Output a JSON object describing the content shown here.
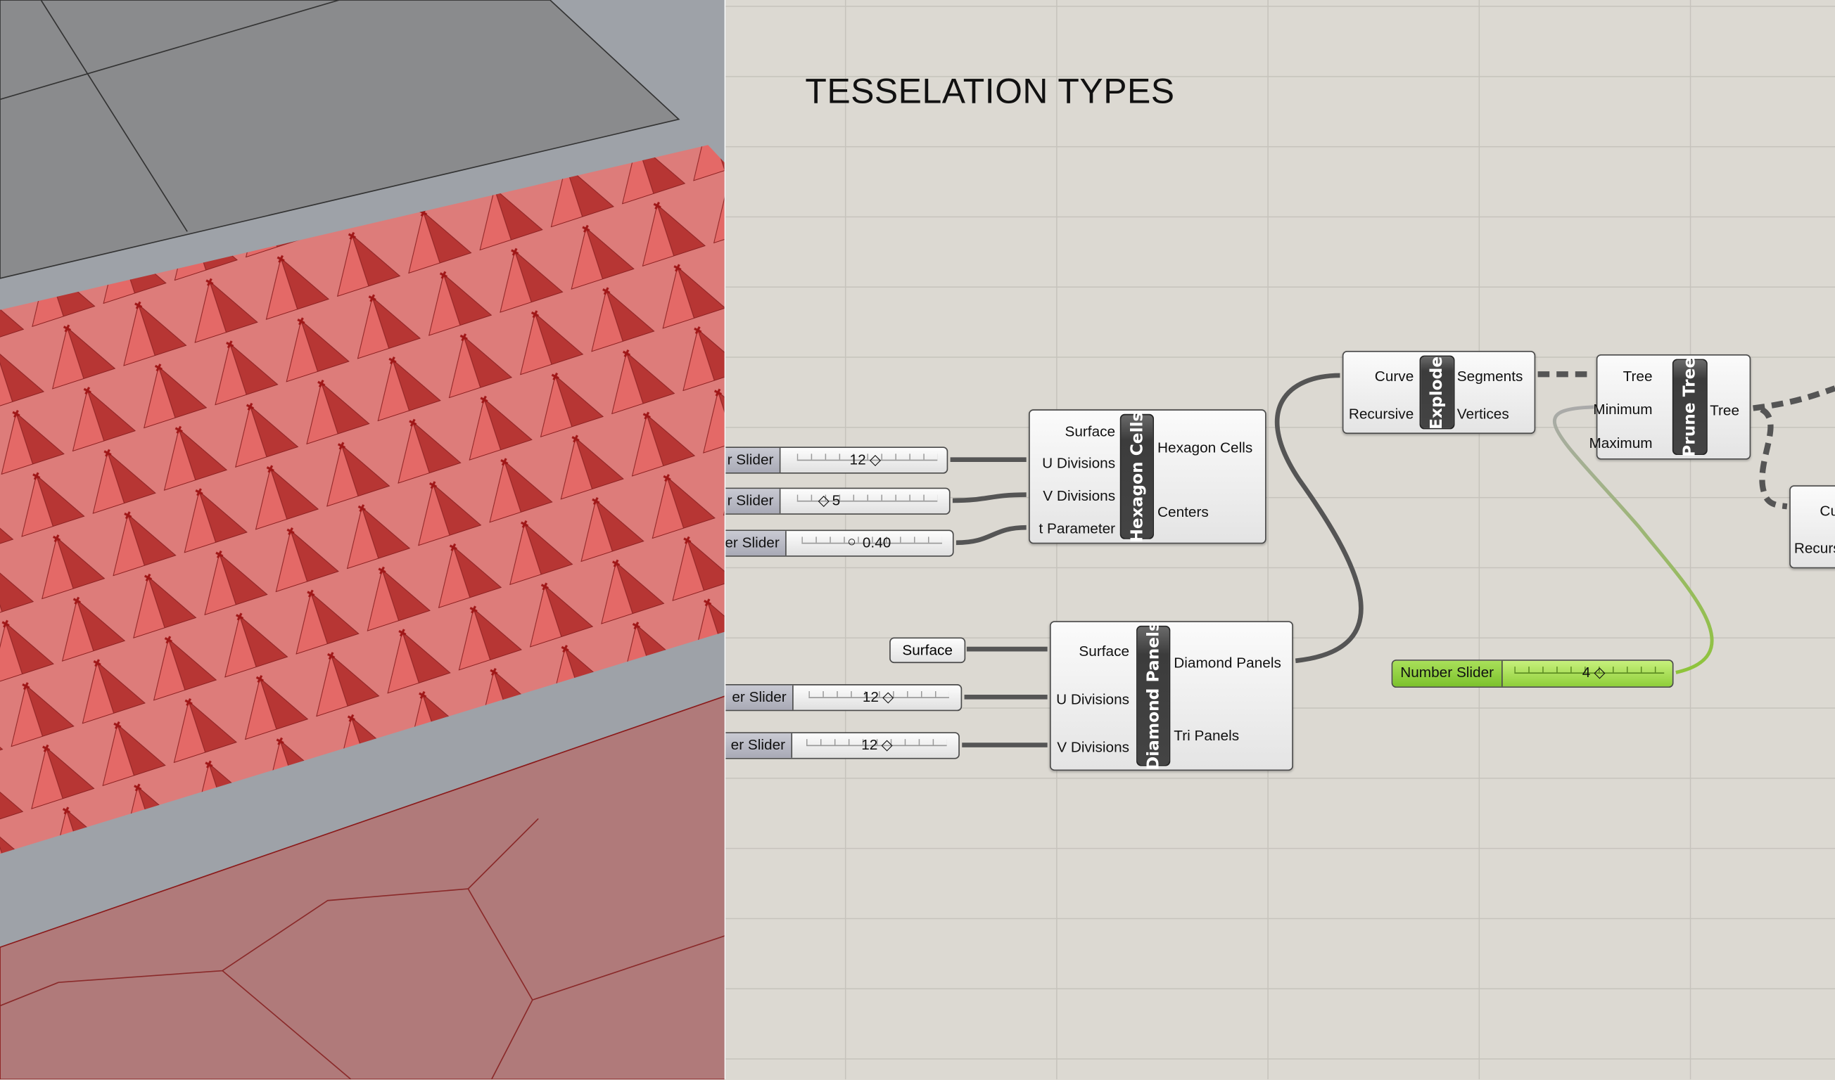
{
  "canvas_title": "TESSELATION TYPES",
  "sliders": [
    {
      "label": "r Slider",
      "value": "12"
    },
    {
      "label": "r Slider",
      "value": "5"
    },
    {
      "label": "er Slider",
      "value": "0.40"
    },
    {
      "label": "er Slider",
      "value": "12"
    },
    {
      "label": "er Slider",
      "value": "12"
    },
    {
      "label": "Number Slider",
      "value": "4"
    }
  ],
  "surface_param": "Surface",
  "hexagon_cells": {
    "name": "Hexagon Cells",
    "inputs": [
      "Surface",
      "U Divisions",
      "V Divisions",
      "t Parameter"
    ],
    "outputs": [
      "Hexagon Cells",
      "Centers"
    ]
  },
  "diamond_panels": {
    "name": "Diamond Panels",
    "inputs": [
      "Surface",
      "U Divisions",
      "V Divisions"
    ],
    "outputs": [
      "Diamond Panels",
      "Tri Panels"
    ]
  },
  "explode": {
    "name": "Explode",
    "inputs": [
      "Curve",
      "Recursive"
    ],
    "outputs": [
      "Segments",
      "Vertices"
    ]
  },
  "prune_tree": {
    "name": "Prune Tree",
    "inputs": [
      "Tree",
      "Minimum",
      "Maximum"
    ],
    "outputs": [
      "Tree"
    ]
  },
  "partial_component": {
    "inputs": [
      "Cu",
      "Recurs"
    ]
  },
  "colors": {
    "canvas": "#dcd9d2",
    "slider_green": "#8fcf3a",
    "mesh_red": "#c8282a"
  }
}
